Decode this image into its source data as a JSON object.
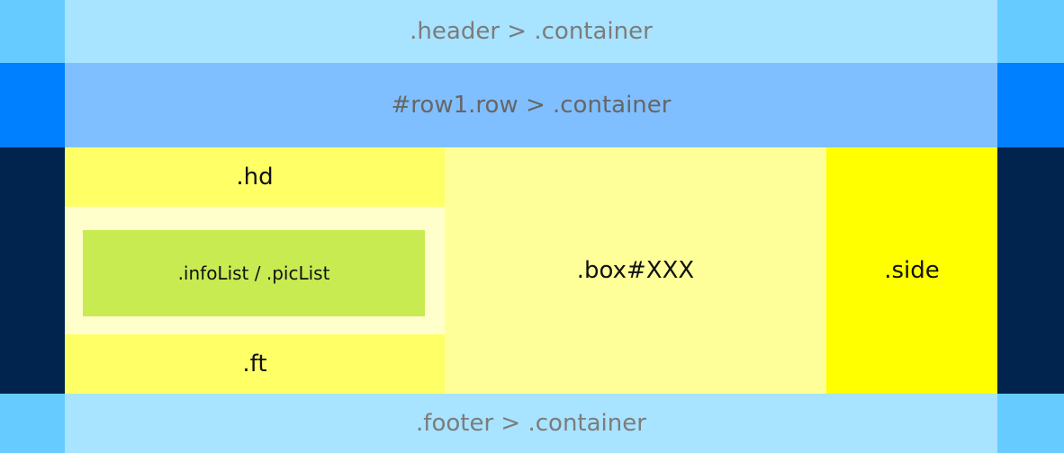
{
  "header": {
    "label": ".header > .container"
  },
  "row1": {
    "label": "#row1.row > .container"
  },
  "main": {
    "hd_label": ".hd",
    "list_label": ".infoList / .picList",
    "ft_label": ".ft",
    "box_label": ".box#XXX",
    "side_label": ".side"
  },
  "footer": {
    "label": ".footer > .container"
  },
  "colors": {
    "header_edge": "#66ccff",
    "header_container": "#a8e3ff",
    "row1_edge": "#007fff",
    "row1_container": "#80bfff",
    "main_edge": "#00244d",
    "hd_ft": "#ffff66",
    "bd_bg": "#ffffcc",
    "list_bg": "#c8eb52",
    "box_bg": "#ffff99",
    "side_bg": "#ffff00",
    "footer_edge": "#66ccff",
    "footer_container": "#a8e3ff"
  }
}
